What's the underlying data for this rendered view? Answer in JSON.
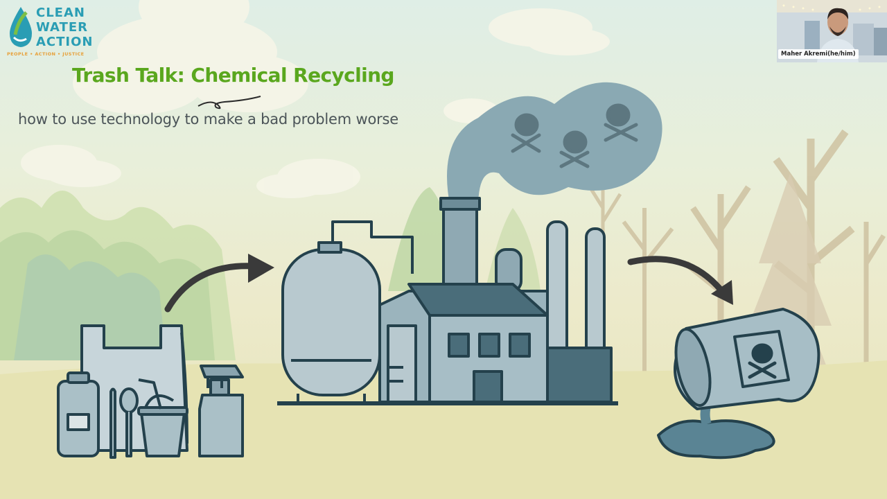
{
  "logo": {
    "lines": [
      "CLEAN",
      "WATER",
      "ACTION"
    ],
    "tagline": "PEOPLE • ACTION • JUSTICE"
  },
  "slide": {
    "title": "Trash Talk: Chemical Recycling",
    "subtitle": "how to use technology to make a bad problem worse"
  },
  "participant": {
    "name": "Maher Akremi(he/him)"
  },
  "colors": {
    "title_green": "#5aa71e",
    "logo_teal": "#2a9db4",
    "tagline_orange": "#e7a03a",
    "illustration_dark": "#24414c",
    "illustration_mid": "#8fa9b3",
    "illustration_light": "#b8c9cf",
    "smoke": "#8aa9b3"
  }
}
